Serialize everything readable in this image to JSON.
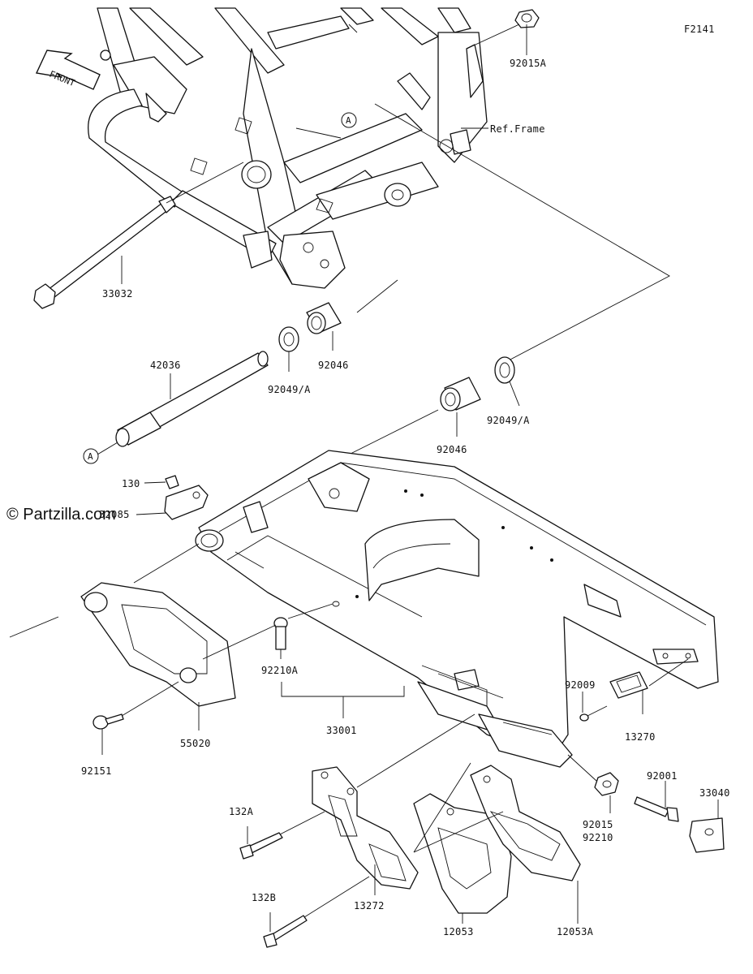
{
  "diagram_code": "F2141",
  "front_label": "FRONT",
  "watermark": "© Partzilla.com",
  "callout_a": "A",
  "ref_frame": "Ref.Frame",
  "parts": {
    "p92015A": "92015A",
    "p33032": "33032",
    "p42036": "42036",
    "p92046_top": "92046",
    "p92049A_top": "92049/A",
    "p92046_mid": "92046",
    "p92049A_mid": "92049/A",
    "p130": "130",
    "p32085": "32085",
    "p92210A": "92210A",
    "p33001": "33001",
    "p92009": "92009",
    "p13270": "13270",
    "p92151": "92151",
    "p55020": "55020",
    "p92015": "92015",
    "p92210": "92210",
    "p92001": "92001",
    "p33040": "33040",
    "p132A": "132A",
    "p132B": "132B",
    "p13272": "13272",
    "p12053": "12053",
    "p12053A": "12053A"
  }
}
